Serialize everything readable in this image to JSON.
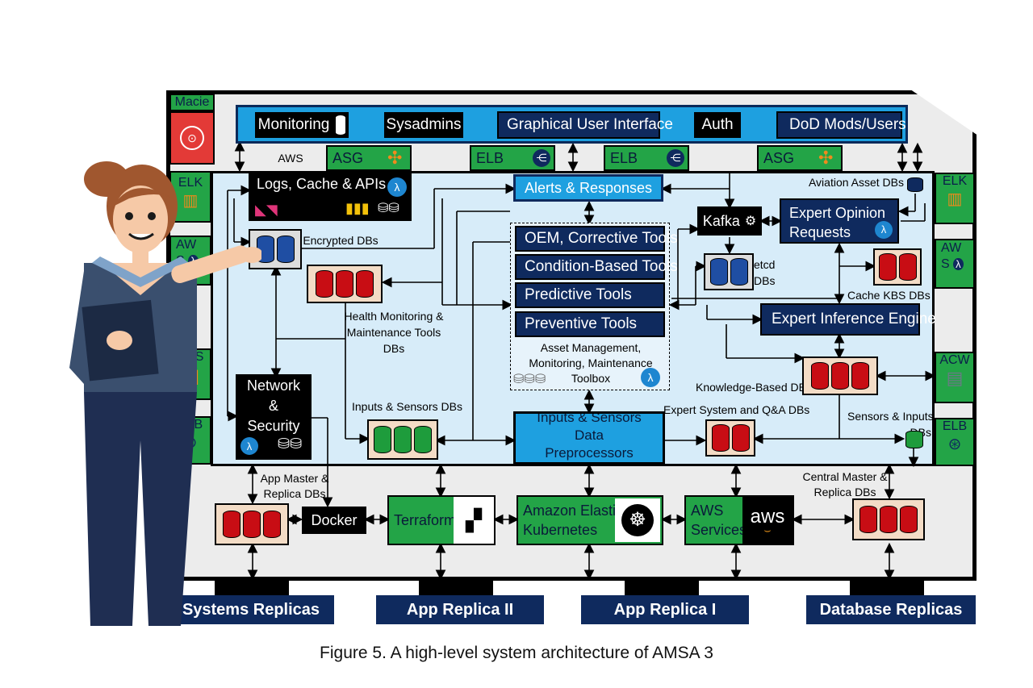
{
  "caption": "Figure 5. A high-level system architecture of AMSA 3",
  "top_bar": {
    "monitoring": "Monitoring",
    "sysadmins": "Sysadmins",
    "gui": "Graphical User Interface",
    "auth": "Auth",
    "dod": "DoD Mods/Users"
  },
  "aws_row": {
    "aws": "AWS",
    "asg1": "ASG",
    "elb1": "ELB",
    "elb2": "ELB",
    "asg2": "ASG"
  },
  "left_side": {
    "macie": "Macie",
    "elk": "ELK",
    "aws": "AW",
    "aws2": "S",
    "ecs": "ECS",
    "elb": "ELB"
  },
  "right_side": {
    "elk": "ELK",
    "aws": "AW",
    "aws2": "S",
    "acw": "ACW",
    "elb": "ELB"
  },
  "logs": "Logs, Cache & APIs",
  "encrypted": "Encrypted DBs",
  "health": [
    "Health Monitoring &",
    "Maintenance Tools",
    "DBs"
  ],
  "network": [
    "Network",
    "&",
    "Security"
  ],
  "inputs_dbs": "Inputs & Sensors DBs",
  "alerts": "Alerts & Responses",
  "tools": [
    "OEM, Corrective Tools",
    "Condition-Based Tools",
    "Predictive Tools",
    "Preventive Tools"
  ],
  "toolbox_label": [
    "Asset Management,",
    "Monitoring, Maintenance",
    "Toolbox"
  ],
  "preprocessors": [
    "Inputs & Sensors",
    "Data",
    "Preprocessors"
  ],
  "kafka": "Kafka",
  "etcd": [
    "etcd",
    "DBs"
  ],
  "expert_opinion": [
    "Expert Opinion",
    "Requests"
  ],
  "aviation": "Aviation Asset DBs",
  "cache_kbs": "Cache KBS DBs",
  "inference": "Expert Inference Engine",
  "kb_dbs": "Knowledge-Based DBs",
  "expert_qa": "Expert System and Q&A DBs",
  "sensors_inputs": [
    "Sensors & Inputs",
    "DBs"
  ],
  "app_master": [
    "App Master &",
    "Replica DBs"
  ],
  "docker": "Docker",
  "terraform": "Terraform",
  "eks": [
    "Amazon Elastic",
    "Kubernetes"
  ],
  "aws_services": [
    "AWS",
    "Services"
  ],
  "aws_logo": "aws",
  "central_master": [
    "Central Master &",
    "Replica DBs"
  ],
  "replicas": [
    "Systems Replicas",
    "App Replica II",
    "App Replica I",
    "Database Replicas"
  ],
  "lambda": "λ"
}
